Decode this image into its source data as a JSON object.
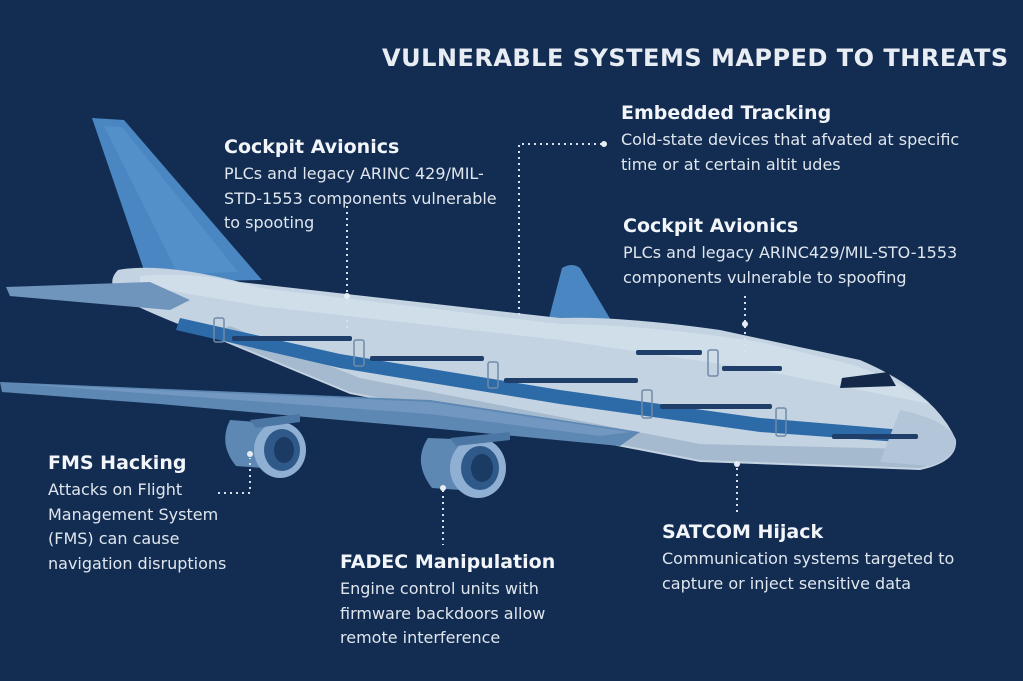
{
  "title": "VULNERABLE SYSTEMS MAPPED TO THREATS",
  "colors": {
    "background": "#132d52",
    "fuselage": "#c4d3e2",
    "stripe": "#2c6ba8",
    "tail": "#4a86c1",
    "text": "#e9eef5",
    "leader_line": "#d9e2ec"
  },
  "callouts": {
    "cockpit_avionics_1": {
      "heading": "Cockpit Avionics",
      "body": "PLCs and legacy ARINC 429/MIL-STD-1553 components vulnerable to spooting"
    },
    "embedded_tracking": {
      "heading": "Embedded Tracking",
      "body": "Cold-state devices that afvated at specific time or at certain altit udes"
    },
    "cockpit_avionics_2": {
      "heading": "Cockpit Avionics",
      "body": "PLCs and legacy ARINC429/MIL-STO-1553 components vulnerable to spoofing"
    },
    "fms_hacking": {
      "heading": "FMS Hacking",
      "body": "Attacks on Flight Management System (FMS) can cause navigation disruptions"
    },
    "fadec_manipulation": {
      "heading": "FADEC Manipulation",
      "body": "Engine control units with firmware backdoors allow remote interference"
    },
    "satcom_hijack": {
      "heading": "SATCOM Hijack",
      "body": "Communication systems targeted to capture or inject sensitive data"
    }
  }
}
